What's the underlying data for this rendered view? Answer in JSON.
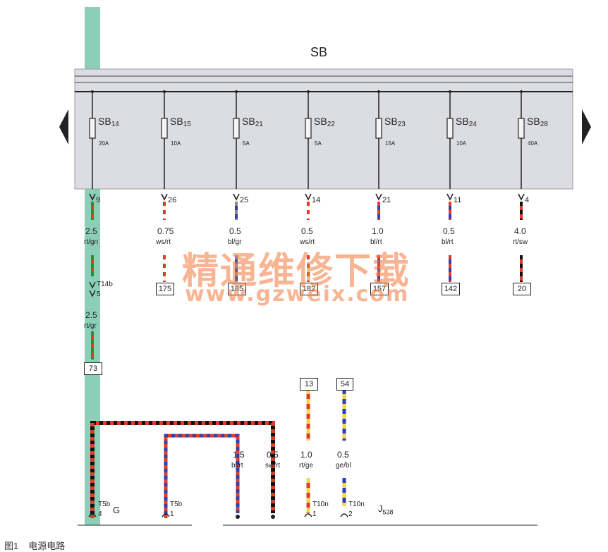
{
  "bus": {
    "label": "SB"
  },
  "fuses": [
    {
      "id": "SB14",
      "base": "SB",
      "num": "14",
      "amp": "20A",
      "pin": "9",
      "size": "2.5",
      "color": "rt/gn",
      "ref": "",
      "colors": [
        "#e23a2a",
        "#2f8a3a"
      ]
    },
    {
      "id": "SB15",
      "base": "SB",
      "num": "15",
      "amp": "10A",
      "pin": "26",
      "size": "0.75",
      "color": "ws/rt",
      "ref": "175",
      "colors": [
        "#ffffff",
        "#e23a2a"
      ]
    },
    {
      "id": "SB21",
      "base": "SB",
      "num": "21",
      "amp": "5A",
      "pin": "25",
      "size": "0.5",
      "color": "bl/gr",
      "ref": "185",
      "colors": [
        "#2f3fb0",
        "#888888"
      ]
    },
    {
      "id": "SB22",
      "base": "SB",
      "num": "22",
      "amp": "5A",
      "pin": "14",
      "size": "0.5",
      "color": "ws/rt",
      "ref": "182",
      "colors": [
        "#ffffff",
        "#e23a2a"
      ]
    },
    {
      "id": "SB23",
      "base": "SB",
      "num": "23",
      "amp": "15A",
      "pin": "21",
      "size": "1.0",
      "color": "bl/rt",
      "ref": "157",
      "colors": [
        "#2f3fb0",
        "#e23a2a"
      ]
    },
    {
      "id": "SB24",
      "base": "SB",
      "num": "24",
      "amp": "10A",
      "pin": "11",
      "size": "0.5",
      "color": "bl/rt",
      "ref": "142",
      "colors": [
        "#2f3fb0",
        "#e23a2a"
      ]
    },
    {
      "id": "SB28",
      "base": "SB",
      "num": "28",
      "amp": "40A",
      "pin": "4",
      "size": "4.0",
      "color": "rt/sw",
      "ref": "20",
      "colors": [
        "#e23a2a",
        "#111111"
      ]
    }
  ],
  "sb14_branch": {
    "connector": "T14b",
    "connector_pin": "5",
    "size2": "2.5",
    "color2": "rt/gr",
    "ref": "73"
  },
  "lower": {
    "ref_13": "13",
    "ref_54": "54",
    "wires": [
      {
        "size": "1.5",
        "color": "bl/rt",
        "colors": [
          "#2f3fb0",
          "#e23a2a"
        ]
      },
      {
        "size": "0.5",
        "color": "sw/rt",
        "colors": [
          "#111111",
          "#e23a2a"
        ]
      },
      {
        "size": "1.0",
        "color": "rt/ge",
        "colors": [
          "#e23a2a",
          "#f5d64a"
        ]
      },
      {
        "size": "0.5",
        "color": "ge/bl",
        "colors": [
          "#f5d64a",
          "#2f3fb0"
        ]
      }
    ],
    "connectors": [
      {
        "name": "T5b",
        "pin": "4"
      },
      {
        "name": "T5b",
        "pin": "1"
      },
      {
        "name": "T10n",
        "pin": "1"
      },
      {
        "name": "T10n",
        "pin": "2"
      }
    ],
    "component_g": "G",
    "component_j": {
      "base": "J",
      "num": "538"
    }
  },
  "watermark": {
    "line1": "精通维修下载",
    "line2": "www.gzweix.com"
  },
  "caption": {
    "fig": "图1",
    "title": "电源电路"
  },
  "colors": {
    "ground_bar": "#8ccfb8",
    "fuse_box": "#dcdde2",
    "red": "#e23a2a",
    "blue": "#2f3fb0",
    "black": "#111111",
    "yellow": "#f5d64a"
  }
}
